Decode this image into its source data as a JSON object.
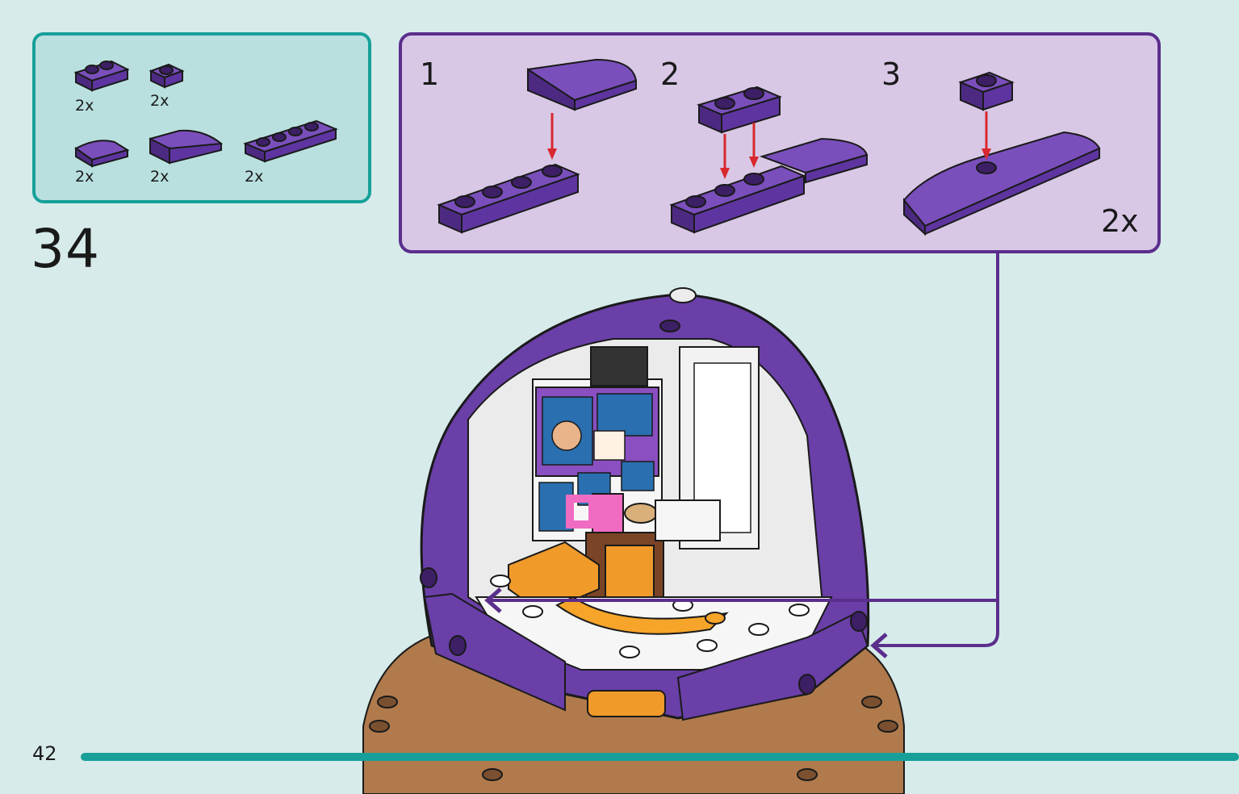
{
  "colors": {
    "background": "#d6ebea",
    "parts_border": "#17a09a",
    "parts_fill": "#b9e0df",
    "submodel_border": "#5b2e8c",
    "submodel_fill": "#d8c8e6",
    "brick_purple": "#6a3fa8",
    "brick_dark": "#3d1f66",
    "arrow_red": "#d8282e",
    "base_brown": "#b07a4c",
    "accent_orange": "#f09a2a"
  },
  "parts_list": {
    "items": [
      {
        "icon": "plate-1x2-purple-icon",
        "qty": "2x"
      },
      {
        "icon": "plate-1x1-purple-icon",
        "qty": "2x"
      },
      {
        "icon": "curved-slope-1x2-purple-icon",
        "qty": "2x"
      },
      {
        "icon": "curved-slope-2x2-purple-icon",
        "qty": "2x"
      },
      {
        "icon": "plate-1x4-purple-icon",
        "qty": "2x"
      }
    ]
  },
  "step": {
    "number": "34"
  },
  "submodel": {
    "steps": [
      {
        "number": "1"
      },
      {
        "number": "2"
      },
      {
        "number": "3"
      }
    ],
    "multiplier": "2x"
  },
  "page": {
    "number": "42"
  }
}
